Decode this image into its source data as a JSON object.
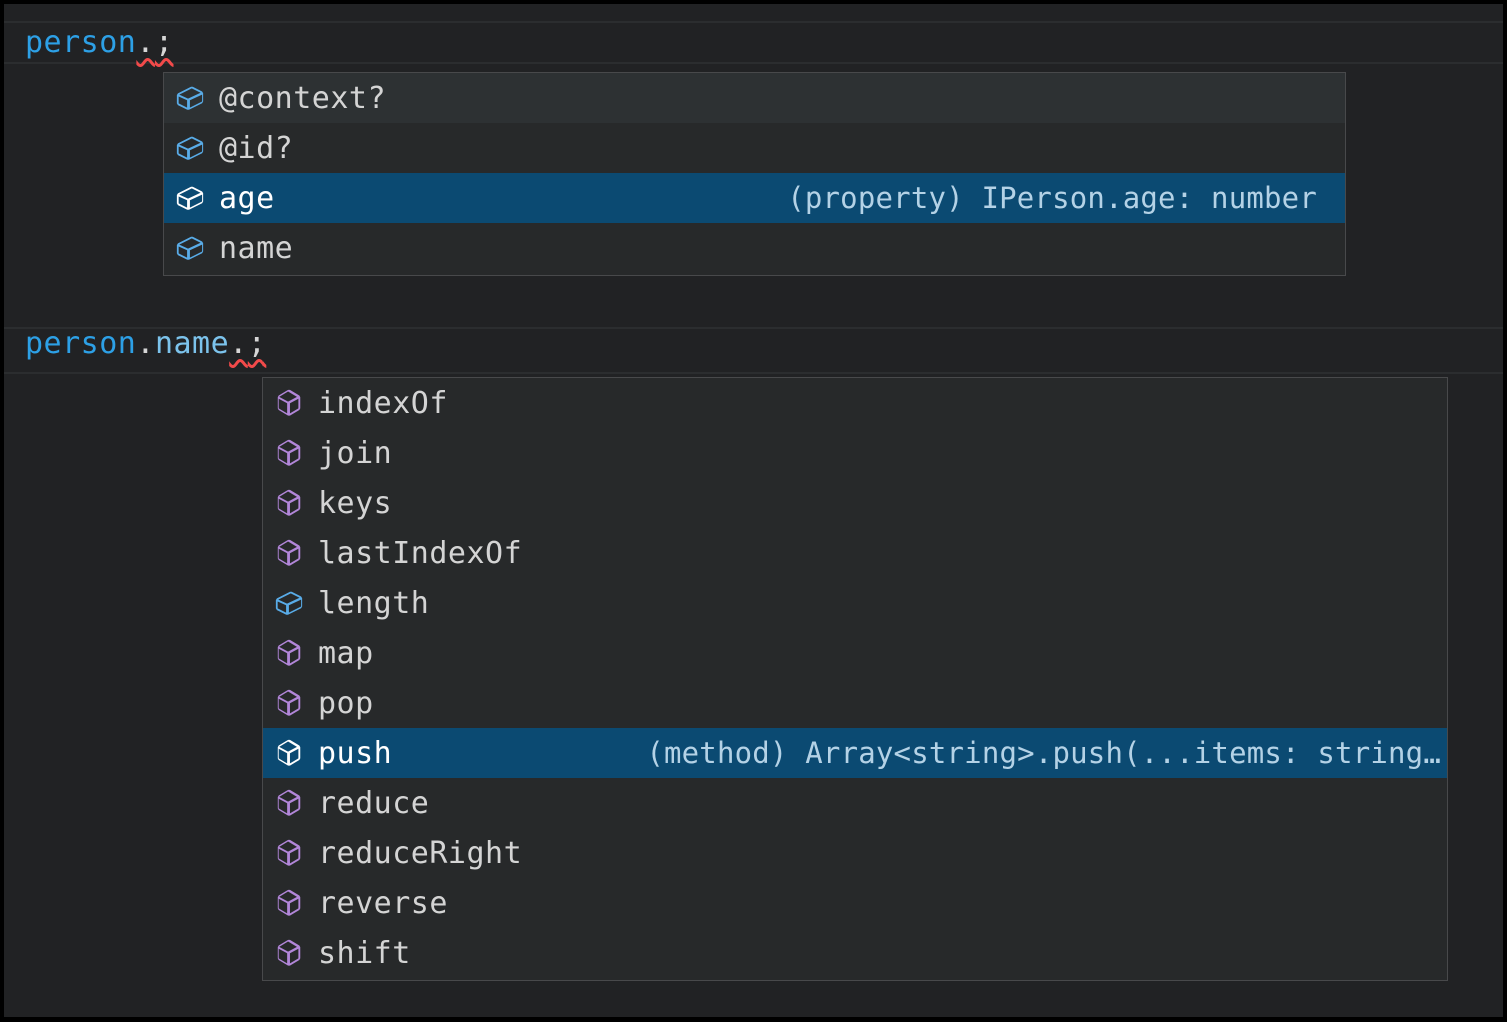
{
  "colors": {
    "frame": "#000000",
    "screen-bg": "#212224",
    "panel-bg": "#27292a",
    "panel-hover-bg": "#2d3133",
    "panel-border": "#48494b",
    "selection-bg": "#0b4a72",
    "line-border": "#2b2d2f",
    "label": "#d4d4d4",
    "selected-label": "#ffffff",
    "detail": "#9cc2db",
    "selected-detail": "#b4d2e6",
    "field-icon": "#59ace8",
    "method-icon": "#b286d9",
    "selected-icon": "#ffffff",
    "squiggle": "#f24a4a"
  },
  "code_lines": [
    {
      "tokens": [
        {
          "text": "person",
          "color": "#2da0e6"
        },
        {
          "text": ".",
          "color": "#d6d6d6",
          "squiggle": true
        },
        {
          "text": ";",
          "color": "#d6d6d6",
          "squiggle": true
        }
      ]
    },
    {
      "tokens": [
        {
          "text": "person",
          "color": "#2da0e6"
        },
        {
          "text": ".",
          "color": "#d6d6d6"
        },
        {
          "text": "name",
          "color": "#7cc3ec"
        },
        {
          "text": ".",
          "color": "#d6d6d6",
          "squiggle": true
        },
        {
          "text": ";",
          "color": "#d6d6d6",
          "squiggle": true
        }
      ]
    }
  ],
  "popups": [
    {
      "items": [
        {
          "label": "@context?",
          "kind": "field",
          "hover": true
        },
        {
          "label": "@id?",
          "kind": "field"
        },
        {
          "label": "age",
          "kind": "field",
          "selected": true,
          "detail": "(property) IPerson.age: number"
        },
        {
          "label": "name",
          "kind": "field"
        }
      ]
    },
    {
      "items": [
        {
          "label": "indexOf",
          "kind": "method"
        },
        {
          "label": "join",
          "kind": "method"
        },
        {
          "label": "keys",
          "kind": "method"
        },
        {
          "label": "lastIndexOf",
          "kind": "method"
        },
        {
          "label": "length",
          "kind": "field"
        },
        {
          "label": "map",
          "kind": "method"
        },
        {
          "label": "pop",
          "kind": "method"
        },
        {
          "label": "push",
          "kind": "method",
          "selected": true,
          "detail": "(method) Array<string>.push(...items: string…"
        },
        {
          "label": "reduce",
          "kind": "method"
        },
        {
          "label": "reduceRight",
          "kind": "method"
        },
        {
          "label": "reverse",
          "kind": "method"
        },
        {
          "label": "shift",
          "kind": "method"
        }
      ]
    }
  ]
}
